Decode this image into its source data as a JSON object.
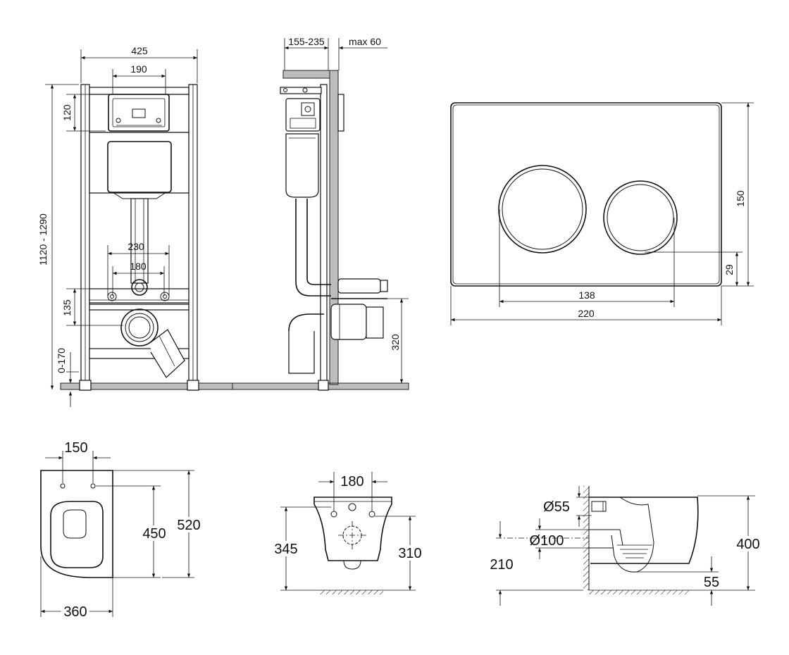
{
  "dimensions": {
    "frame_width": "425",
    "cistern_width": "190",
    "panel_height": "120",
    "frame_height": "1120 - 1290",
    "bolt_spacing_outer": "230",
    "bolt_spacing_inner": "180",
    "drain_height": "135",
    "floor_gap": "0-170",
    "wall_depth": "155-235",
    "wall_max": "max 60",
    "side_drain_height": "320",
    "plate_height": "150",
    "plate_width": "220",
    "button_span": "138",
    "button_offset": "29",
    "seat_hole_spacing": "150",
    "seat_length_inner": "450",
    "seat_length_outer": "520",
    "seat_width": "360",
    "bowl_hole_spacing": "180",
    "bowl_height_left": "345",
    "bowl_height_right": "310",
    "inlet_diameter": "Ø55",
    "outlet_diameter": "Ø100",
    "outlet_height": "210",
    "bowl_height_total": "400",
    "floor_clearance": "55"
  },
  "colors": {
    "line": "#111111",
    "wall_fill": "#bdbdbd",
    "background": "#ffffff"
  }
}
